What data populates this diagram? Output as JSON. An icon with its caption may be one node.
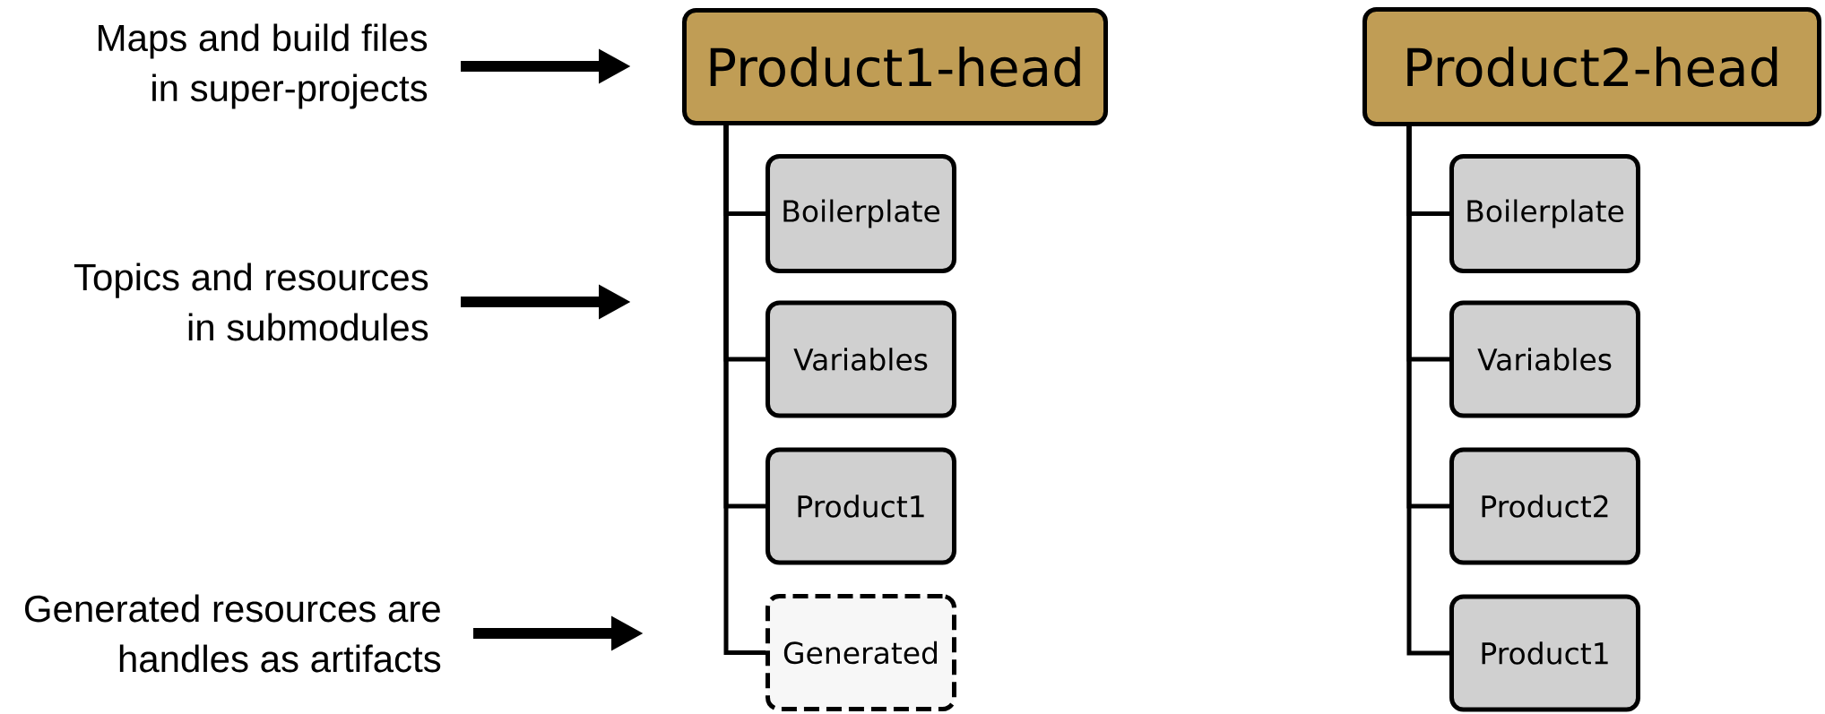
{
  "diagram": {
    "nodes": [
      {
        "text": [
          "Maps and build files in super-projects"
        ]
      },
      {
        "text": [
          "Topics and resources in submodules"
        ]
      },
      {
        "text": [
          "Generated resources are handles as artifacts"
        ]
      },
      {
        "text": [
          "Product1-head"
        ]
      },
      {
        "text": [
          "Boilerplate"
        ]
      },
      {
        "text": [
          "Variables"
        ]
      },
      {
        "text": [
          "Product1"
        ]
      },
      {
        "text": [
          "Generated"
        ]
      },
      {
        "text": [
          "Product2-head"
        ]
      },
      {
        "text": [
          "Boilerplate"
        ]
      },
      {
        "text": [
          "Variables"
        ]
      },
      {
        "text": [
          "Product2"
        ]
      },
      {
        "text": [
          "Product1"
        ]
      }
    ],
    "edges": [
      {
        "from": 0,
        "to": null,
        "arrow": "to",
        "style": "thick"
      },
      {
        "from": 1,
        "to": null,
        "arrow": "to",
        "style": "thick"
      },
      {
        "from": 2,
        "to": null,
        "arrow": "to",
        "style": "thick"
      },
      {
        "from": 3,
        "to": 4,
        "arrow": "none"
      },
      {
        "from": 3,
        "to": 5,
        "arrow": "none"
      },
      {
        "from": 3,
        "to": 6,
        "arrow": "none"
      },
      {
        "from": 3,
        "to": 7,
        "arrow": "none"
      },
      {
        "from": 8,
        "to": 9,
        "arrow": "none"
      },
      {
        "from": 8,
        "to": 10,
        "arrow": "none"
      },
      {
        "from": 8,
        "to": 11,
        "arrow": "none"
      },
      {
        "from": 8,
        "to": 12,
        "arrow": "none"
      }
    ]
  }
}
